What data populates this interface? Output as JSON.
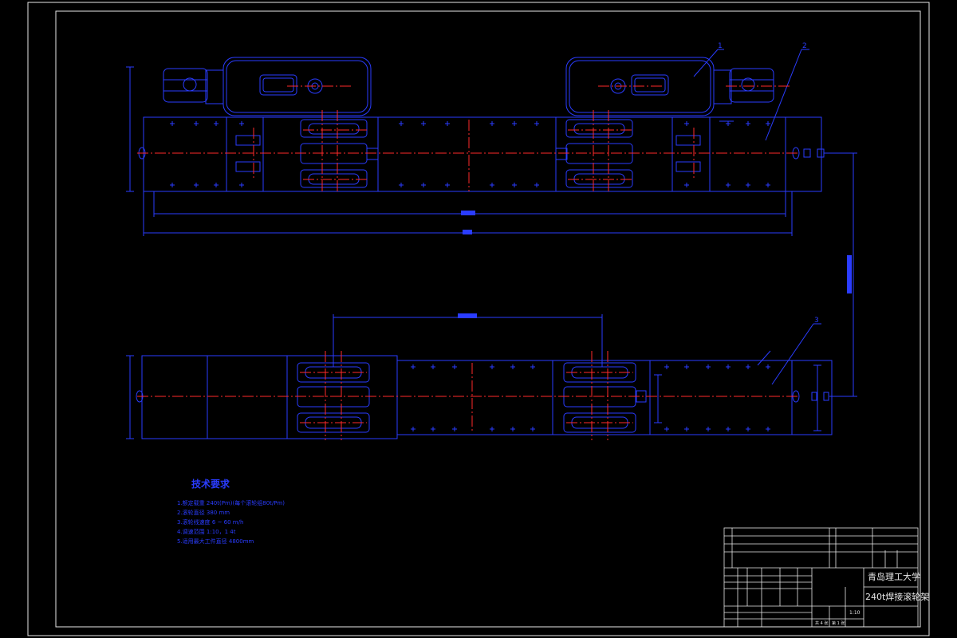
{
  "tech_requirements": {
    "heading": "技术要求",
    "items": [
      "1.额定载重 240t(Pm)(每个滚轮组80t/Pm)",
      "2.滚轮直径 380 mm",
      "3.滚轮线速度 6 ~ 60 m/h",
      "4.调速范围 1:10，1 4t",
      "5.适用最大工件直径 4800mm"
    ]
  },
  "title_block": {
    "university": "青岛理工大学",
    "drawing_title": "240t焊接滚轮架",
    "scale": "1:10",
    "sheet_total": "共 4 张",
    "sheet_no": "第 1 张"
  },
  "callouts": {
    "top_part_1": "1",
    "top_part_2": "2",
    "bottom_part_3": "3"
  },
  "colors": {
    "line": "#2a3cff",
    "frame": "#e8e8e8",
    "centerline": "#ff2a2a"
  }
}
